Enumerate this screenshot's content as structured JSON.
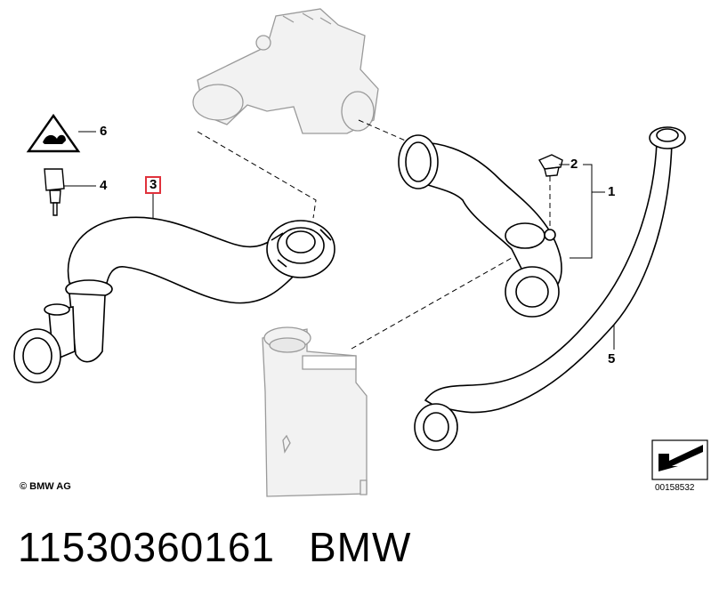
{
  "diagram": {
    "callouts": [
      {
        "id": "1",
        "label": "1"
      },
      {
        "id": "2",
        "label": "2"
      },
      {
        "id": "3",
        "label": "3",
        "selected": true
      },
      {
        "id": "4",
        "label": "4"
      },
      {
        "id": "5",
        "label": "5"
      },
      {
        "id": "6",
        "label": "6"
      }
    ],
    "copyright": "© BMW AG",
    "doc_number": "00158532",
    "colors": {
      "highlight": "#e0323c",
      "part_fill": "#ffffff",
      "background_part_fill": "#f2f2f2",
      "line": "#000000",
      "ghost_line": "#9a9a9a"
    }
  },
  "footer": {
    "part_number": "11530360161",
    "brand": "BMW"
  }
}
